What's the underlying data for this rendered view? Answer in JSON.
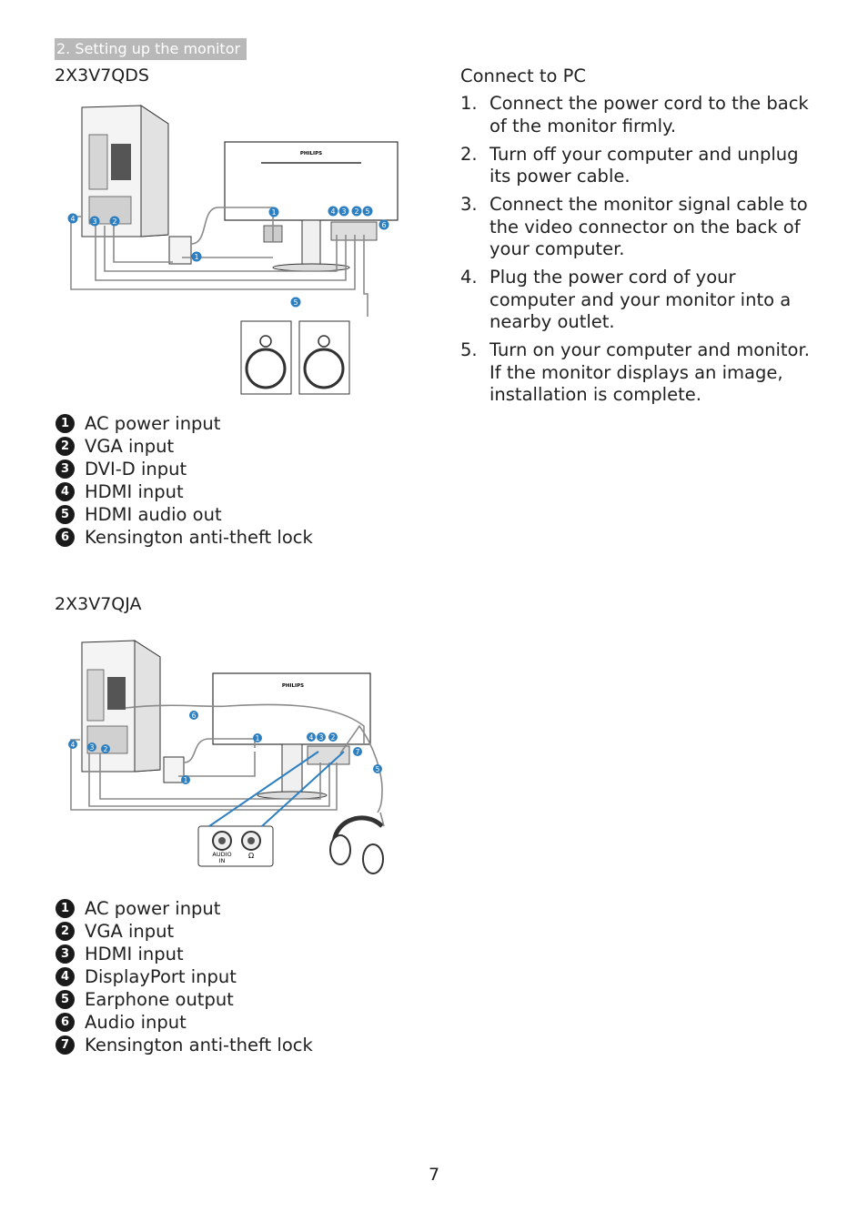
{
  "header": {
    "section": "2. Setting up the monitor"
  },
  "models": [
    {
      "title": "2X3V7QDS",
      "legend": [
        {
          "num": "1",
          "label": "AC power input"
        },
        {
          "num": "2",
          "label": "VGA input"
        },
        {
          "num": "3",
          "label": "DVI-D input"
        },
        {
          "num": "4",
          "label": "HDMI input"
        },
        {
          "num": "5",
          "label": "HDMI audio out"
        },
        {
          "num": "6",
          "label": "Kensington anti-theft lock"
        }
      ]
    },
    {
      "title": "2X3V7QJA",
      "legend": [
        {
          "num": "1",
          "label": "AC power input"
        },
        {
          "num": "2",
          "label": "VGA input"
        },
        {
          "num": "3",
          "label": "HDMI input"
        },
        {
          "num": "4",
          "label": "DisplayPort input"
        },
        {
          "num": "5",
          "label": "Earphone output"
        },
        {
          "num": "6",
          "label": "Audio input"
        },
        {
          "num": "7",
          "label": "Kensington anti-theft lock"
        }
      ]
    }
  ],
  "diagrams": {
    "brand": "PHILIPS",
    "audio_in_label_1": "AUDIO",
    "audio_in_label_2": "IN",
    "headphone_symbol": "Ω",
    "diagram1_markers": [
      "1",
      "4",
      "3",
      "2",
      "5",
      "6",
      "4",
      "3",
      "2",
      "1",
      "5"
    ],
    "diagram2_markers": [
      "1",
      "4",
      "3",
      "2",
      "7",
      "6",
      "4",
      "3",
      "2",
      "1",
      "5"
    ]
  },
  "connect": {
    "title": "Connect to PC",
    "steps": [
      {
        "num": "1.",
        "text": "Connect the power cord to the back of the monitor firmly."
      },
      {
        "num": "2.",
        "text": "Turn off your computer and unplug its power cable."
      },
      {
        "num": "3.",
        "text": "Connect the monitor signal cable to the  video connector on the back of your computer."
      },
      {
        "num": "4.",
        "text": "Plug the power cord of your computer and your monitor into a nearby outlet."
      },
      {
        "num": "5.",
        "text": "Turn on your computer and monitor. If the monitor displays an image, installation is complete."
      }
    ]
  },
  "footer": {
    "page": "7"
  },
  "colors": {
    "marker": "#2d7fc0",
    "cable": "#8a8a8a",
    "tab": "#b8b8b8"
  }
}
